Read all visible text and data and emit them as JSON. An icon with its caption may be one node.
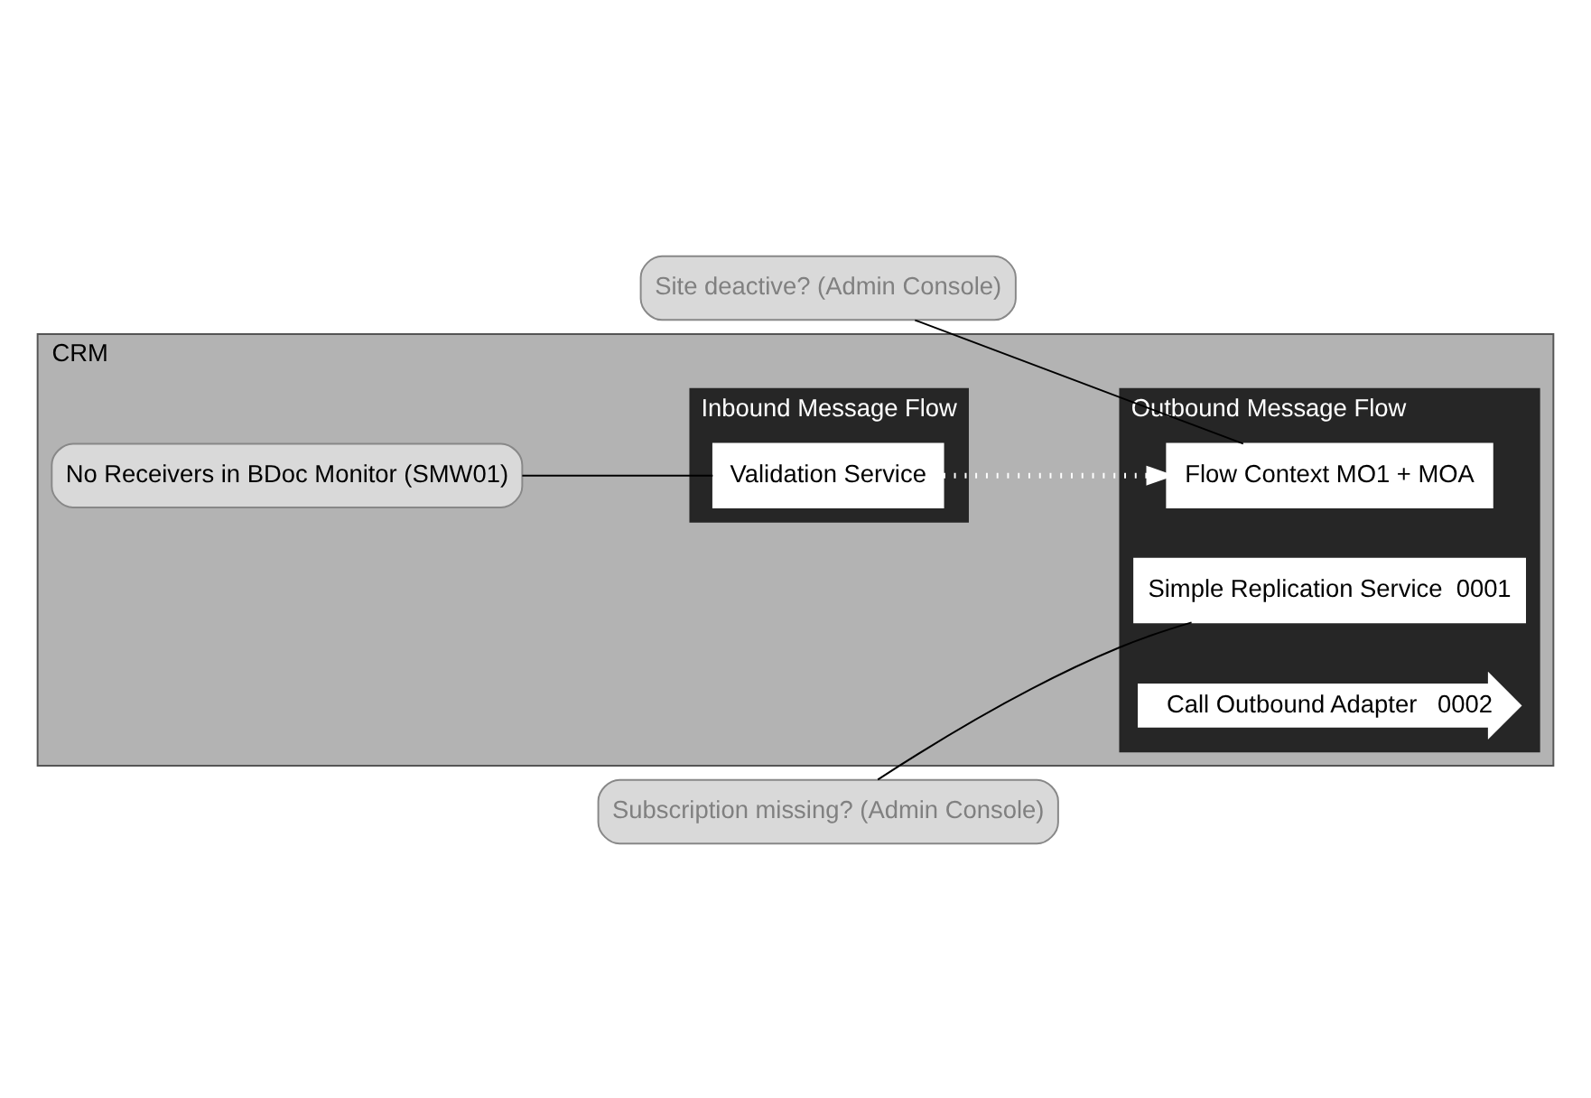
{
  "diagram": {
    "nodes": [
      {
        "text": [
          "CRM"
        ]
      },
      {
        "text": [
          "Inbound Message Flow"
        ],
        "in": 0
      },
      {
        "text": [
          "Validation Service"
        ],
        "in": 1
      },
      {
        "text": [
          "Outbound Message Flow"
        ],
        "in": 0
      },
      {
        "text": [
          "Flow Context MO1 + MOA"
        ],
        "in": 3
      },
      {
        "text": [
          "Simple Replication Service  0001"
        ],
        "in": 3
      },
      {
        "text": [
          "Call Outbound Adapter   0002"
        ],
        "in": 3
      },
      {
        "text": [
          "No Receivers in BDoc Monitor (SMW01)"
        ],
        "in": 0
      },
      {
        "text": [
          "Site deactive? (Admin Console)"
        ]
      },
      {
        "text": [
          "Subscription missing? (Admin Console)"
        ]
      }
    ],
    "edges": [
      {
        "from": 2,
        "to": 4,
        "arrow": "to",
        "style": "dashed",
        "color": "#ffffff"
      },
      {
        "from": 7,
        "to": 2,
        "arrow": "none"
      },
      {
        "from": 8,
        "to": 4,
        "arrow": "none"
      },
      {
        "from": 9,
        "to": 5,
        "arrow": "none"
      }
    ]
  }
}
